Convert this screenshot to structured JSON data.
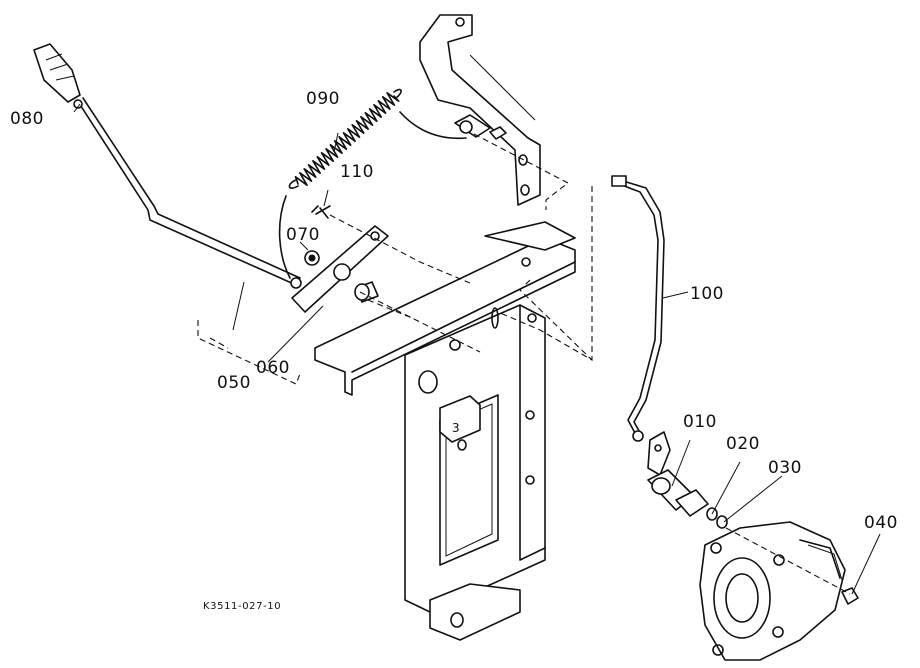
{
  "diagram": {
    "callouts": {
      "p010": "010",
      "p020": "020",
      "p030": "030",
      "p040": "040",
      "p050": "050",
      "p060": "060",
      "p070": "070",
      "p080": "080",
      "p090": "090",
      "p100": "100",
      "p110": "110"
    },
    "figure_code": "K3511-027-10"
  }
}
